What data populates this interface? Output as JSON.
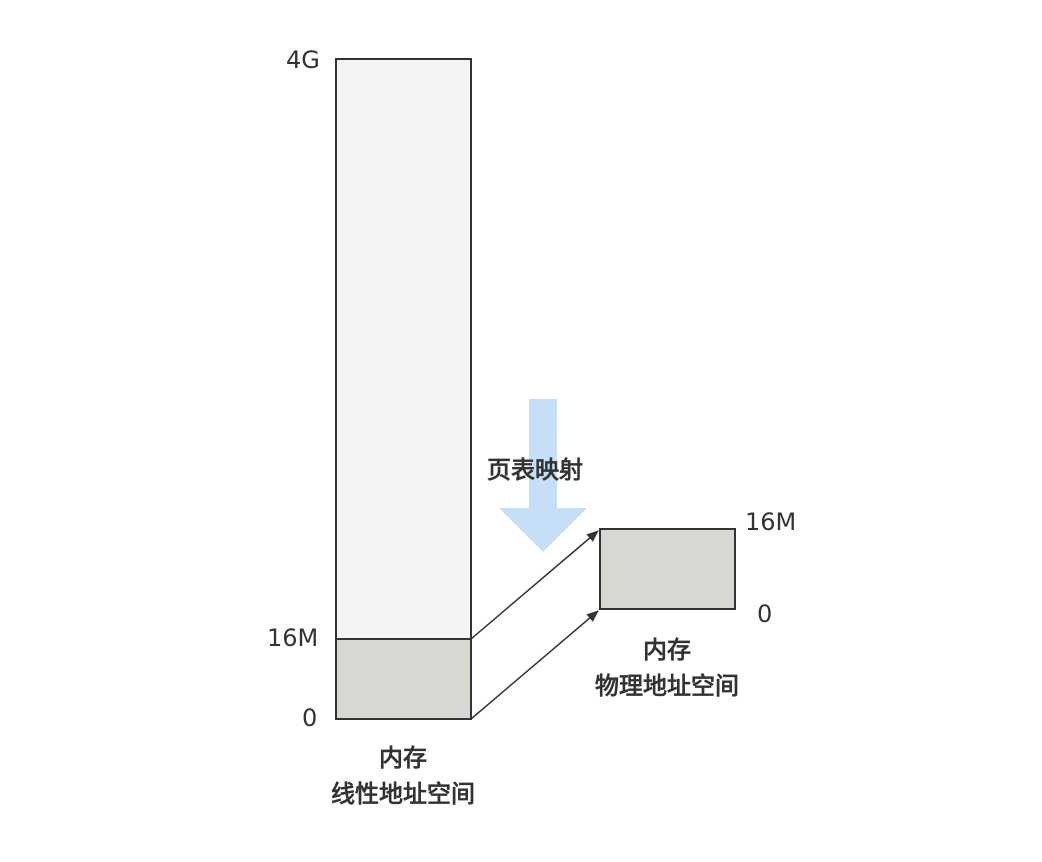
{
  "linear": {
    "top_label": "4G",
    "mid_label": "16M",
    "bottom_label": "0",
    "caption_line1": "内存",
    "caption_line2": "线性地址空间"
  },
  "physical": {
    "top_label": "16M",
    "bottom_label": "0",
    "caption_line1": "内存",
    "caption_line2": "物理地址空间"
  },
  "mapping": {
    "label": "页表映射"
  },
  "colors": {
    "upper_fill": "#f4f4f4",
    "lower_fill": "#d8d8d3",
    "stroke": "#333333",
    "arrow_fill": "#c6dff8"
  }
}
